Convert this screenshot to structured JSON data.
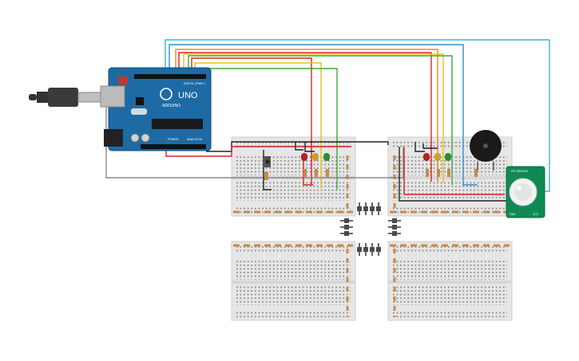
{
  "arduino": {
    "board_name": "UNO",
    "brand": "ARDUINO",
    "label_digital": "DIGITAL (PWM~)",
    "label_power": "POWER",
    "label_analog": "ANALOG IN"
  },
  "pir_sensor": {
    "top_label": "PIR SENSOR",
    "bottom_left": "GND",
    "bottom_right": "VCC"
  },
  "colors": {
    "wire_red": "#d22",
    "wire_yellow": "#e7c41b",
    "wire_green": "#3caa3c",
    "wire_orange": "#e98b1d",
    "wire_blue": "#2c8fd6",
    "wire_teal": "#3bb5c4",
    "wire_black": "#222222",
    "wire_gray": "#888888",
    "board_blue": "#1e6aa5",
    "pir_green": "#0f8a55"
  },
  "icons": {
    "usb": "usb-cable-icon",
    "buzzer": "piezo-buzzer-icon",
    "button": "pushbutton-icon"
  }
}
